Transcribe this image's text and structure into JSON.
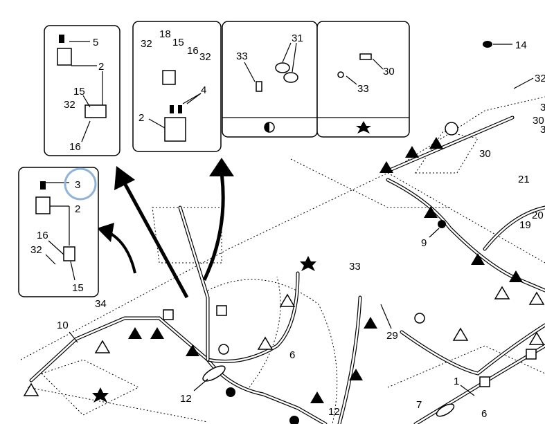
{
  "diagram": {
    "inset_top_left": {
      "labels": [
        "5",
        "2",
        "15",
        "32",
        "16"
      ]
    },
    "inset_top_relays": {
      "labels": [
        "32",
        "18",
        "15",
        "16",
        "32",
        "4",
        "2"
      ]
    },
    "inset_clamp": {
      "labels": [
        "33",
        "31"
      ],
      "symbol": "half-circle"
    },
    "inset_bracket": {
      "labels": [
        "30",
        "33"
      ],
      "symbol": "star"
    },
    "inset_left": {
      "labels": [
        "3",
        "2",
        "16",
        "32",
        "15"
      ],
      "highlight_label": "3"
    },
    "callouts": [
      "14",
      "32",
      "3",
      "30",
      "3",
      "30",
      "21",
      "20",
      "19",
      "9",
      "34",
      "10",
      "33",
      "29",
      "6",
      "12",
      "12",
      "1",
      "7",
      "6"
    ],
    "highlight_color": "#8fb3d9"
  }
}
